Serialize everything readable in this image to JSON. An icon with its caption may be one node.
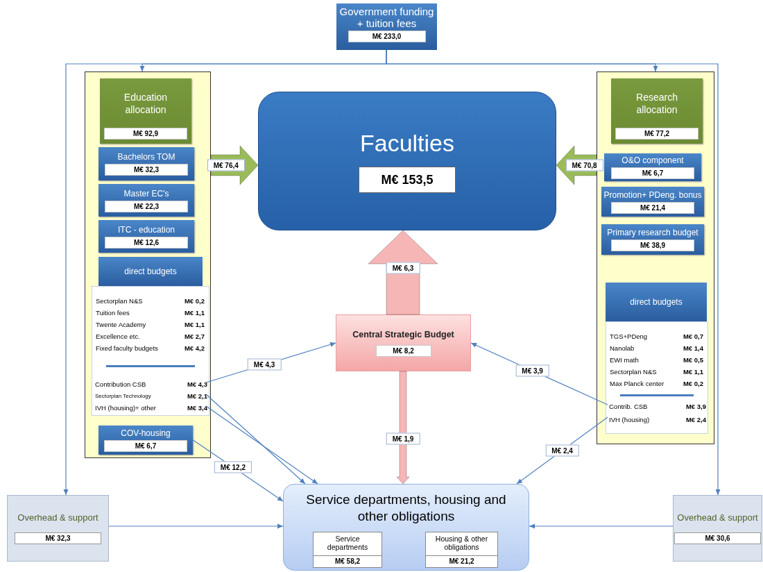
{
  "diagram": {
    "nodes": [
      {
        "text": [
          "Government funding + tuition fees",
          "M€ 233,0"
        ]
      },
      {
        "text": [],
        "shape": "box"
      },
      {
        "text": [
          "Education allocation",
          "M€ 92,9"
        ],
        "in": 1
      },
      {
        "text": [
          "Bachelors TOM",
          "M€ 32,3"
        ],
        "in": 1
      },
      {
        "text": [
          "Master EC's",
          "M€ 22,3"
        ],
        "in": 1
      },
      {
        "text": [
          "ITC - education",
          "M€ 12,6"
        ],
        "in": 1
      },
      {
        "text": [
          "direct budgets"
        ],
        "in": 1
      },
      {
        "text": [
          "Sectorplan N&S",
          "M€ 0,2",
          "Tuition fees",
          "M€ 1,1",
          "Twente Academy",
          "M€ 1,1",
          "Excellence etc.",
          "M€ 2,7",
          "Fixed faculty budgets",
          "M€ 4,2"
        ],
        "in": 1
      },
      {
        "text": [
          "Contribution CSB",
          "M€ 4,3"
        ],
        "in": 7
      },
      {
        "text": [
          "Sectorplan Technology",
          "M€ 2,1"
        ],
        "in": 7
      },
      {
        "text": [
          "IVH (housing)+ other",
          "M€ 3,4"
        ],
        "in": 7
      },
      {
        "text": [
          "COV-housing",
          "M€ 6,7"
        ],
        "in": 1
      },
      {
        "text": [],
        "shape": "box"
      },
      {
        "text": [
          "Research allocation",
          "M€ 77,2"
        ],
        "in": 12
      },
      {
        "text": [
          "O&O component",
          "M€ 6,7"
        ],
        "in": 12
      },
      {
        "text": [
          "Promotion+ PDeng. bonus",
          "M€ 21,4"
        ],
        "in": 12
      },
      {
        "text": [
          "Primary research budget",
          "M€ 38,9"
        ],
        "in": 12
      },
      {
        "text": [
          "direct budgets"
        ],
        "in": 12
      },
      {
        "text": [
          "TGS+PDeng",
          "M€ 0,7",
          "Nanolab",
          "M€ 1,4",
          "EWI math",
          "M€ 0,5",
          "Sectorplan N&S",
          "M€ 1,1",
          "Max Planck center",
          "M€ 0,2"
        ],
        "in": 12
      },
      {
        "text": [
          "Contrib. CSB",
          "M€ 3,9"
        ],
        "in": 18
      },
      {
        "text": [
          "IVH (housing)",
          "M€ 2,4"
        ],
        "in": 18
      },
      {
        "text": [
          "Faculties",
          "M€ 153,5"
        ]
      },
      {
        "text": [
          "Central Strategic Budget",
          "M€ 8,2"
        ]
      },
      {
        "text": [
          "Service departments, housing and other obligations"
        ]
      },
      {
        "text": [
          "Service departments",
          "M€ 58,2"
        ],
        "in": 23
      },
      {
        "text": [
          "Housing & other obligations",
          "M€ 21,2"
        ],
        "in": 23
      },
      {
        "text": [
          "Overhead & support",
          "M€ 32,3"
        ]
      },
      {
        "text": [
          "Overhead & support",
          "M€ 30,6"
        ]
      }
    ],
    "edges": [
      {
        "from": 0,
        "to": 1,
        "arrow": "to"
      },
      {
        "from": 0,
        "to": 12,
        "arrow": "to"
      },
      {
        "from": 0,
        "to": 26,
        "arrow": "to"
      },
      {
        "from": 0,
        "to": 27,
        "arrow": "to"
      },
      {
        "from": 1,
        "to": 21,
        "arrow": "to",
        "label": "M€ 76,4",
        "style": "thick",
        "color": "#9bbb59"
      },
      {
        "from": 12,
        "to": 21,
        "arrow": "to",
        "label": "M€ 70,8",
        "style": "thick",
        "color": "#9bbb59"
      },
      {
        "from": 22,
        "to": 21,
        "arrow": "to",
        "label": "M€ 6,3",
        "style": "thick",
        "color": "#f7b6b6"
      },
      {
        "from": 8,
        "to": 22,
        "arrow": "to",
        "label": "M€ 4,3"
      },
      {
        "from": 19,
        "to": 22,
        "arrow": "to",
        "label": "M€ 3,9"
      },
      {
        "from": 22,
        "to": 23,
        "arrow": "to",
        "label": "M€ 1,9",
        "style": "thick",
        "color": "#f7b6b6"
      },
      {
        "from": 9,
        "to": 23,
        "arrow": "to"
      },
      {
        "from": 10,
        "to": 23,
        "arrow": "to"
      },
      {
        "from": 11,
        "to": 23,
        "arrow": "to",
        "label": "M€ 12,2"
      },
      {
        "from": 20,
        "to": 23,
        "arrow": "to",
        "label": "M€ 2,4"
      },
      {
        "from": 26,
        "to": 23,
        "arrow": "to"
      },
      {
        "from": 27,
        "to": 23,
        "arrow": "to"
      }
    ]
  }
}
